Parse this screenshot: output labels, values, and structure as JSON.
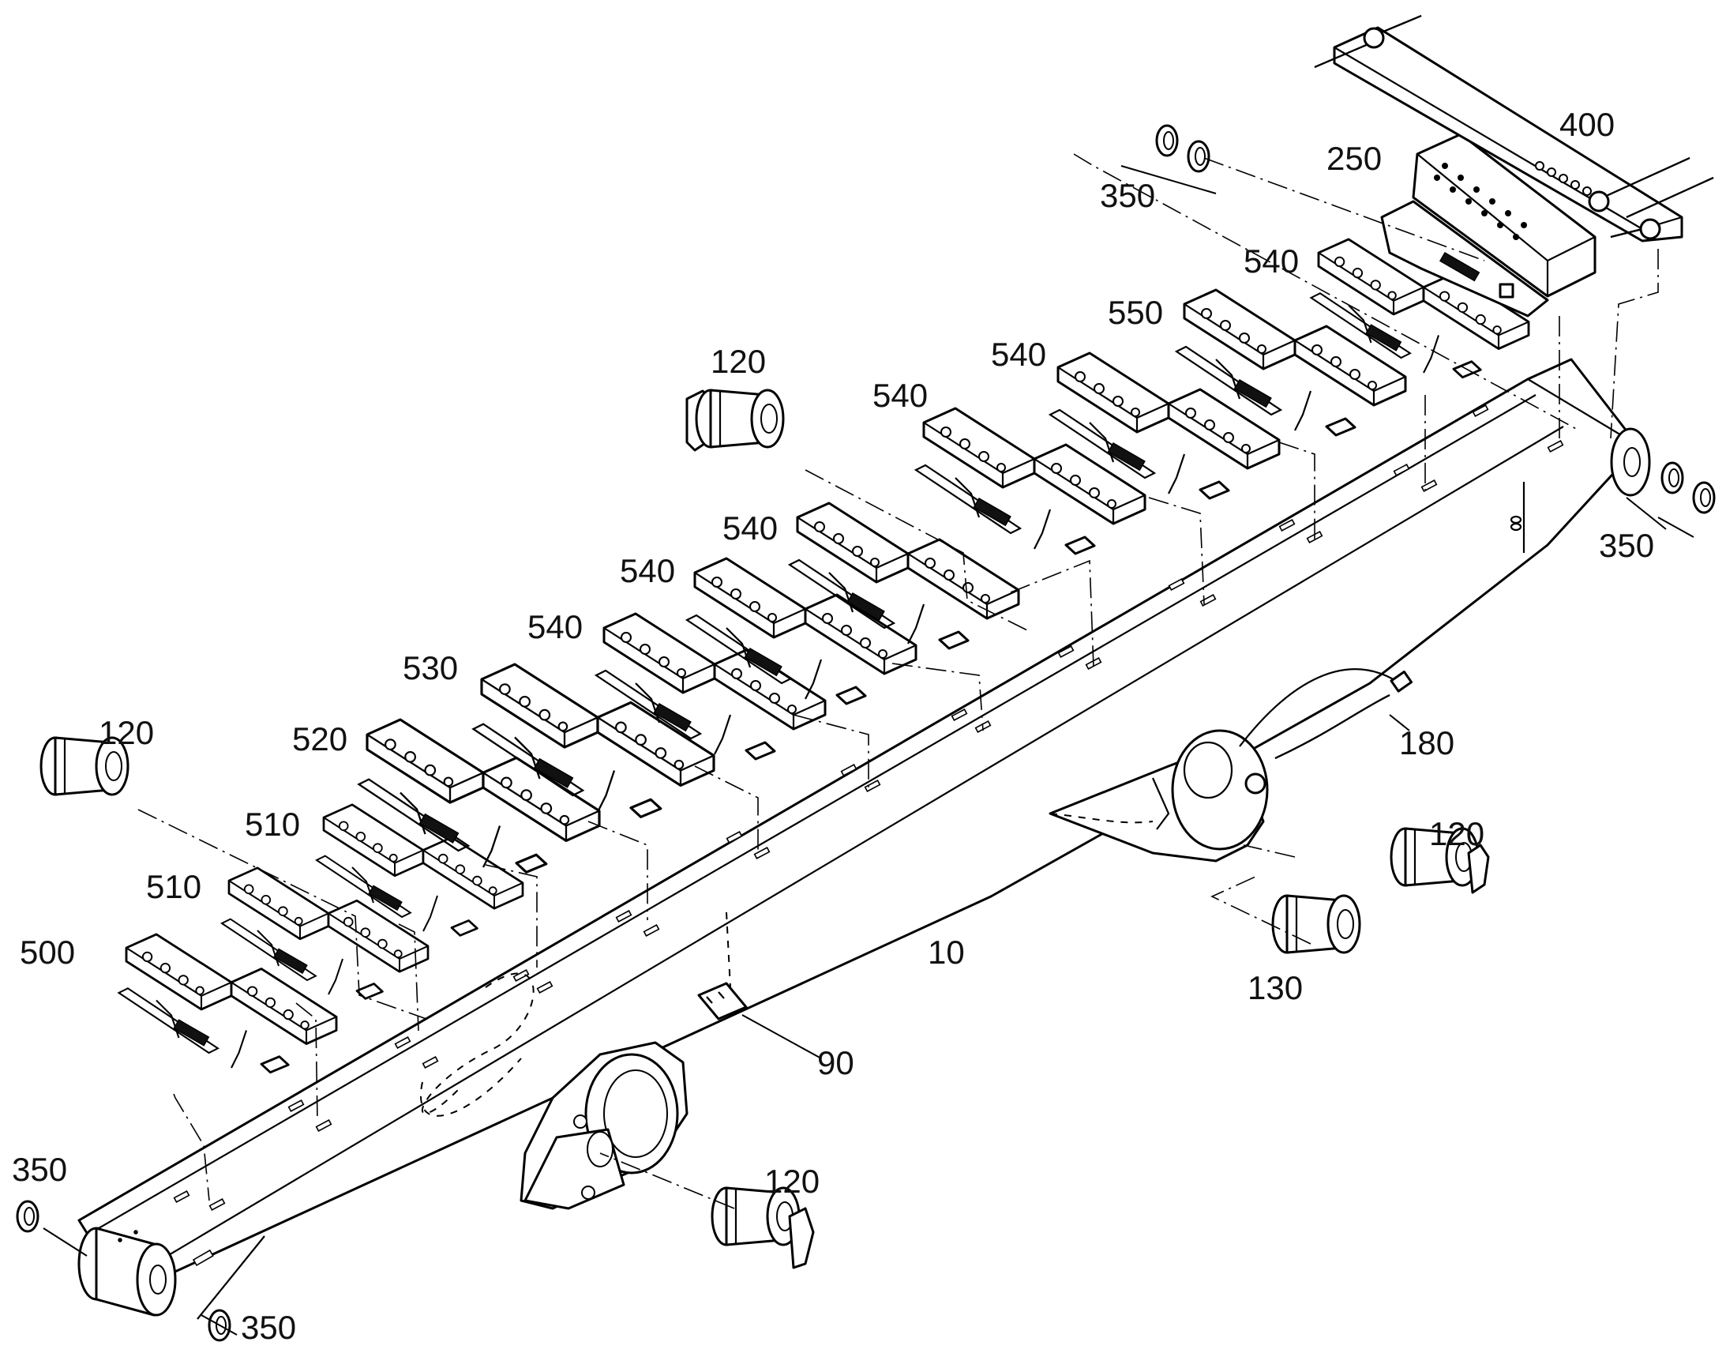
{
  "labels": {
    "boom": "10",
    "plate": "90",
    "pin_top_left": "120",
    "pin_left": "120",
    "pin_right": "120",
    "pin_bottom": "120",
    "pin_130": "130",
    "hose": "180",
    "manifold": "250",
    "ring_top": "350",
    "ring_right": "350",
    "ring_bottom_left": "350",
    "ring_bottom": "350",
    "pipe_rail": "400",
    "clamp_500": "500",
    "clamp_510_a": "510",
    "clamp_510_b": "510",
    "clamp_520": "520",
    "clamp_530": "530",
    "clamp_540_a": "540",
    "clamp_540_b": "540",
    "clamp_540_c": "540",
    "clamp_540_d": "540",
    "clamp_540_e": "540",
    "clamp_540_f": "540",
    "clamp_550": "550"
  },
  "colors": {
    "line": "#000000",
    "background": "#ffffff"
  }
}
